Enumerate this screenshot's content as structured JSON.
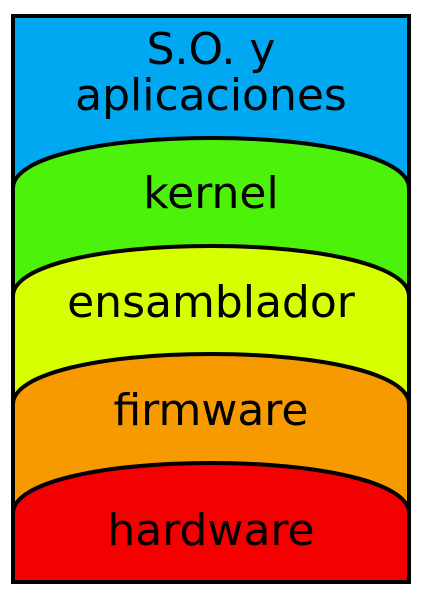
{
  "layers": [
    {
      "id": "apps",
      "lines": [
        "S.O. y",
        "aplicaciones"
      ],
      "color": "#00a8f2"
    },
    {
      "id": "kernel",
      "lines": [
        "kernel"
      ],
      "color": "#4cf20a"
    },
    {
      "id": "assembler",
      "lines": [
        "ensamblador"
      ],
      "color": "#d6ff00"
    },
    {
      "id": "firmware",
      "lines": [
        "firmware"
      ],
      "color": "#f79a00"
    },
    {
      "id": "hardware",
      "lines": [
        "hardware"
      ],
      "color": "#f40000"
    }
  ]
}
